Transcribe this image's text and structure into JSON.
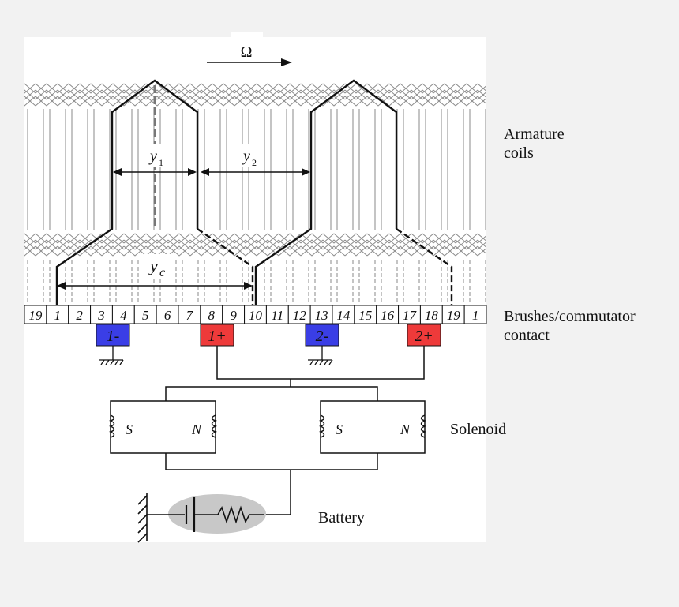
{
  "labels": {
    "omega": "Ω",
    "y1_base": "y",
    "y1_sub": "1",
    "y2_base": "y",
    "y2_sub": "2",
    "yc_base": "y",
    "yc_sub": "c",
    "armature_line1": "Armature",
    "armature_line2": "coils",
    "brushes_line1": "Brushes/commutator",
    "brushes_line2": "contact",
    "solenoid": "Solenoid",
    "battery": "Battery"
  },
  "commutator": [
    "19",
    "1",
    "2",
    "3",
    "4",
    "5",
    "6",
    "7",
    "8",
    "9",
    "10",
    "11",
    "12",
    "13",
    "14",
    "15",
    "16",
    "17",
    "18",
    "19",
    "1"
  ],
  "brushes": [
    {
      "label": "1-",
      "polarity": "negative"
    },
    {
      "label": "1+",
      "polarity": "positive"
    },
    {
      "label": "2-",
      "polarity": "negative"
    },
    {
      "label": "2+",
      "polarity": "positive"
    }
  ],
  "solenoids": [
    {
      "left_pole": "S",
      "right_pole": "N"
    },
    {
      "left_pole": "S",
      "right_pole": "N"
    }
  ],
  "colors": {
    "negative_brush": "#3a3ee6",
    "positive_brush": "#ee3a3a",
    "coil_gray": "#8a8a8a",
    "battery_ellipse": "#c8c8c8"
  }
}
